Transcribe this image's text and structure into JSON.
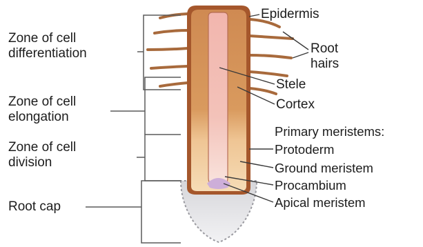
{
  "diagram": {
    "zones": {
      "differentiation": [
        "Zone of cell",
        "differentiation"
      ],
      "elongation": [
        "Zone of cell",
        "elongation"
      ],
      "division": [
        "Zone of cell",
        "division"
      ],
      "root_cap": "Root cap"
    },
    "parts": {
      "epidermis": "Epidermis",
      "root_hairs": [
        "Root",
        "hairs"
      ],
      "stele": "Stele",
      "cortex": "Cortex",
      "primary_meristems_heading": "Primary meristems:",
      "protoderm": "Protoderm",
      "ground_meristem": "Ground meristem",
      "procambium": "Procambium",
      "apical_meristem": "Apical meristem"
    },
    "colors": {
      "epidermis": "#a5572c",
      "cortex": "#d99559",
      "cortex_young": "#f0c796",
      "stele": "#efa6a1",
      "stele_young": "#f6d4cb",
      "root_hair": "#a86a3c",
      "root_cap": "#e7e7e9",
      "apical_meristem": "#cdaed9",
      "bracket_line": "#5a5a5a"
    }
  }
}
